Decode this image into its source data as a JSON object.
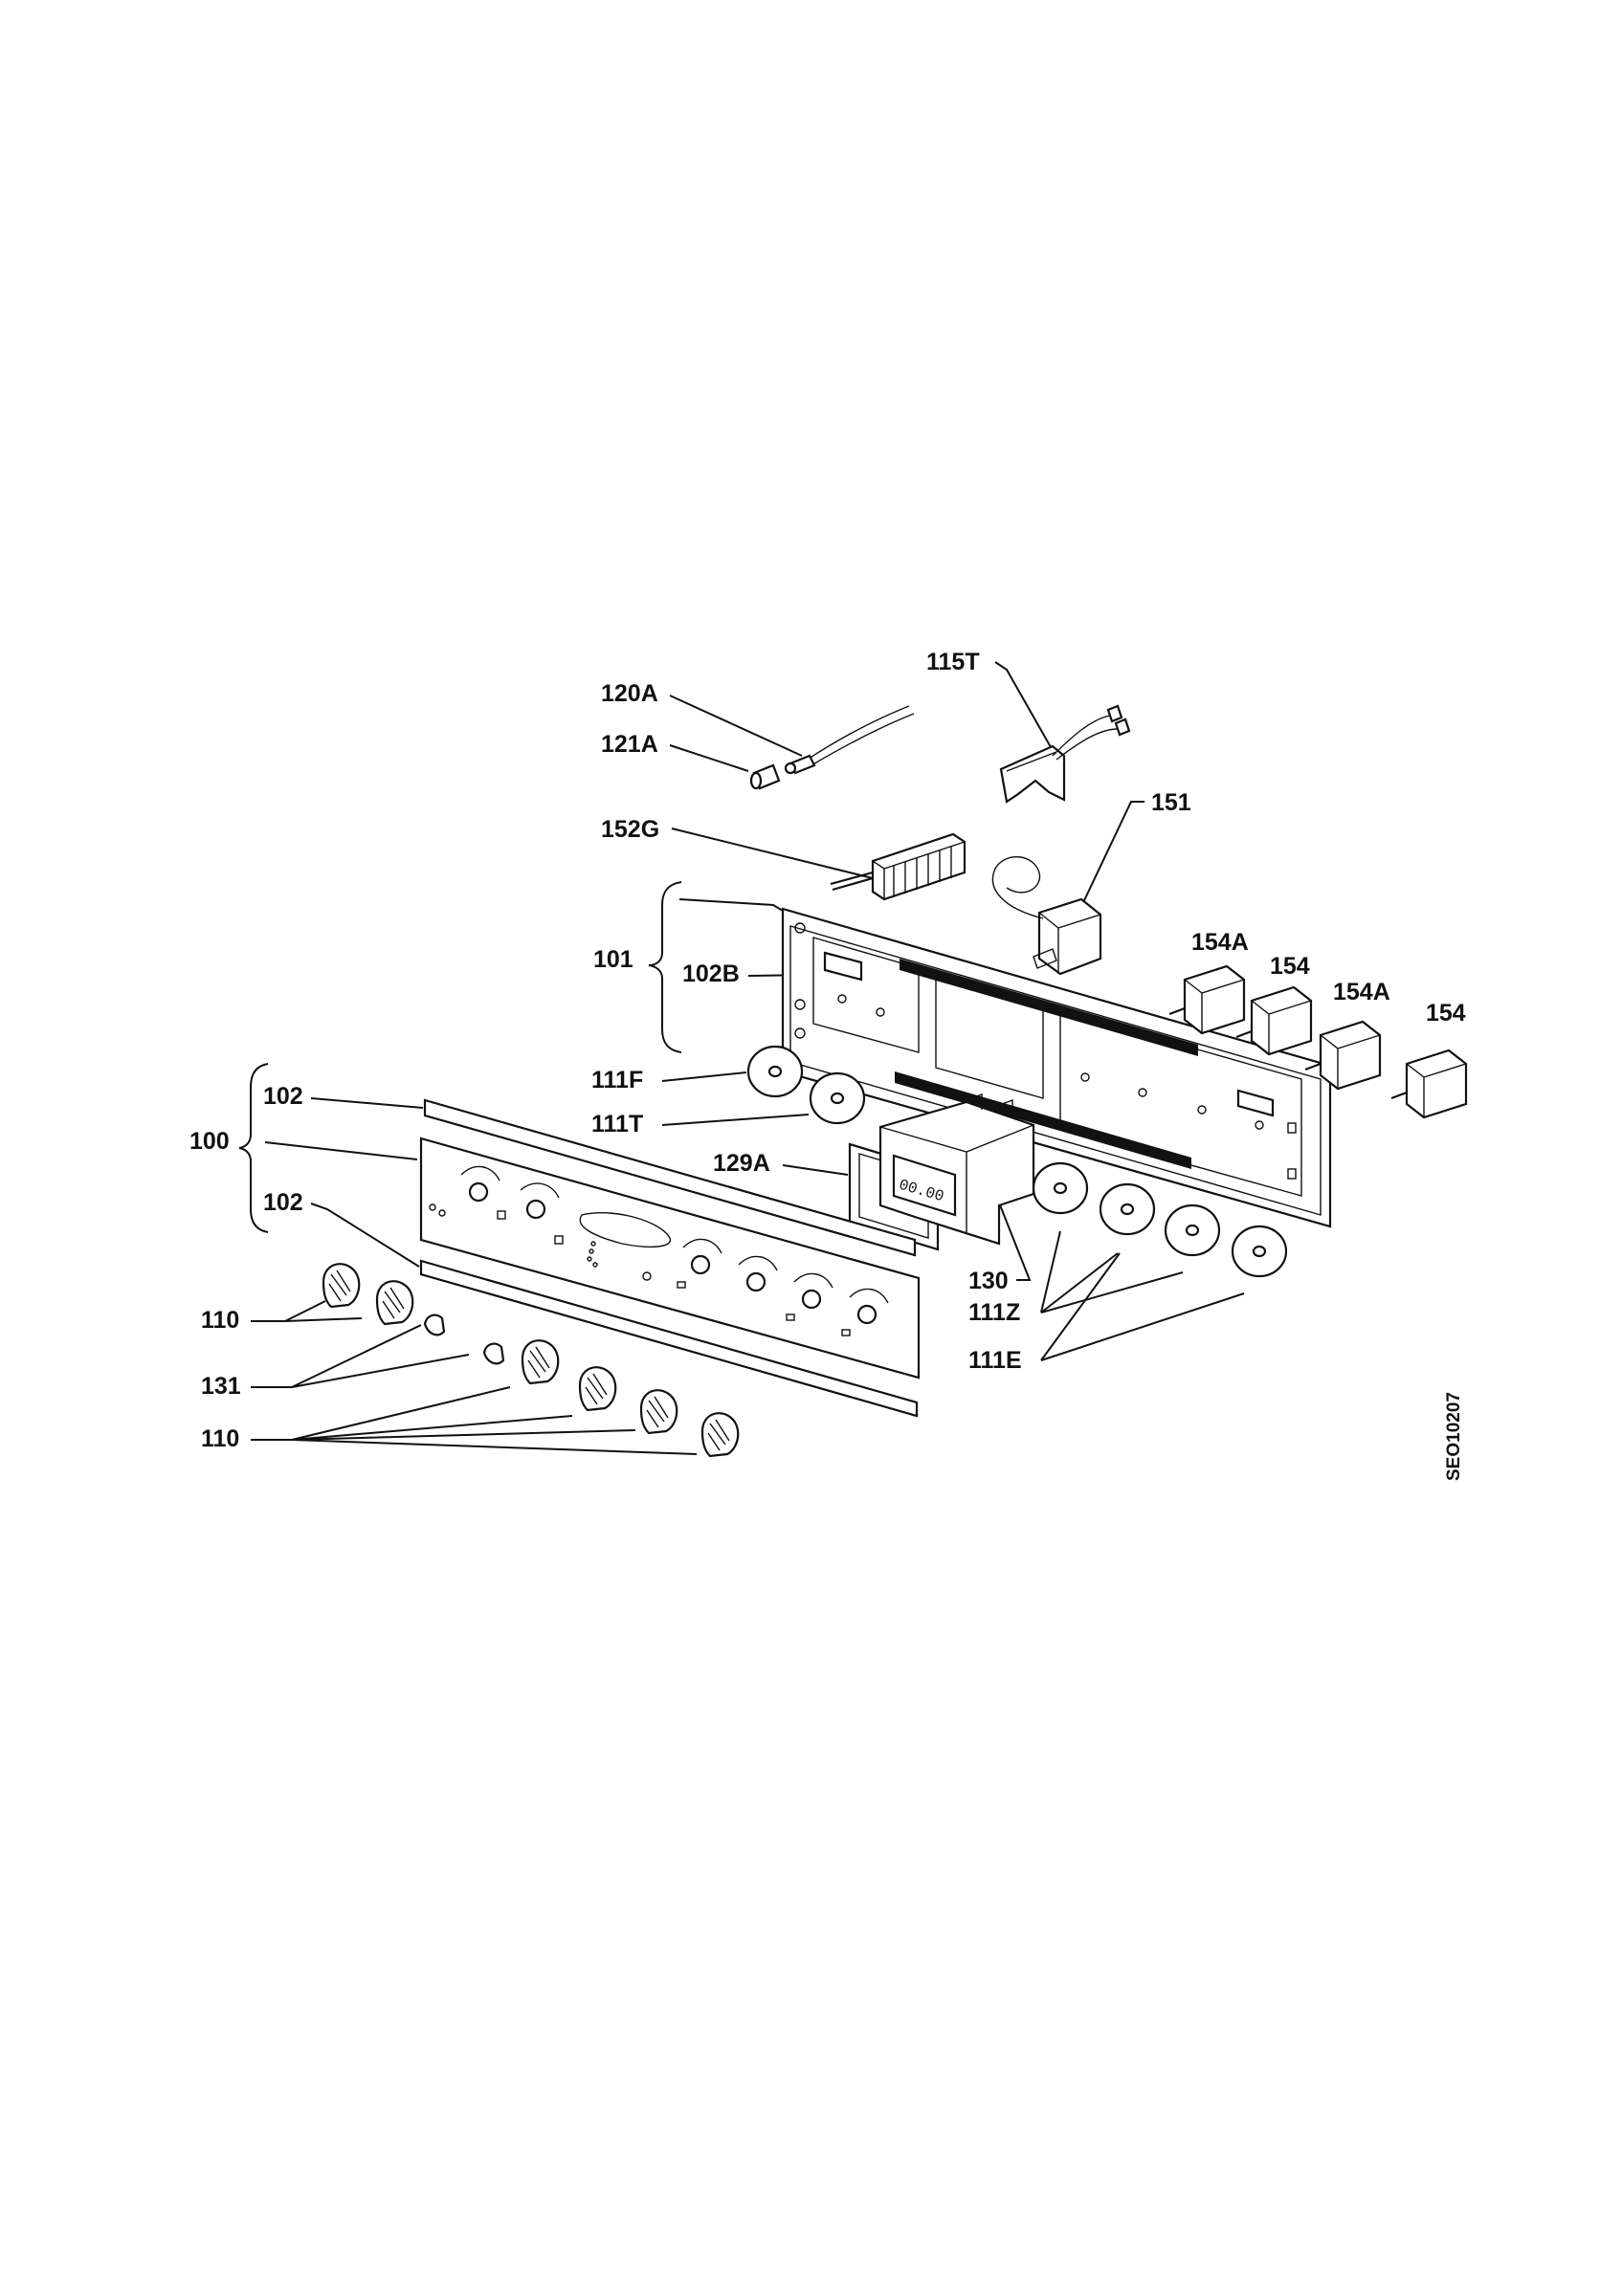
{
  "drawing_code": "SEO10207",
  "labels": {
    "l_120A": "120A",
    "l_121A": "121A",
    "l_115T": "115T",
    "l_152G": "152G",
    "l_151": "151",
    "l_101": "101",
    "l_102B": "102B",
    "l_154A_1": "154A",
    "l_154_1": "154",
    "l_154A_2": "154A",
    "l_154_2": "154",
    "l_111F": "111F",
    "l_111T": "111T",
    "l_102_top": "102",
    "l_100": "100",
    "l_129A": "129A",
    "l_102_bot": "102",
    "l_130": "130",
    "l_111Z": "111Z",
    "l_111E": "111E",
    "l_110_top": "110",
    "l_131": "131",
    "l_110_bot": "110"
  }
}
